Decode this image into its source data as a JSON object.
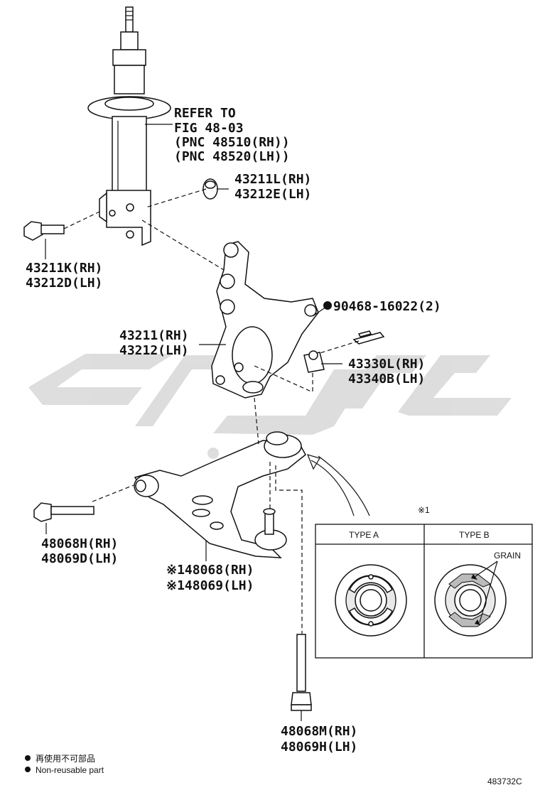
{
  "labels": {
    "refer": [
      "REFER TO",
      "FIG 48-03",
      "(PNC 48510(RH))",
      "(PNC 48520(LH))"
    ],
    "bushing_43211L": [
      "43211L(RH)",
      "43212E(LH)"
    ],
    "bolt_43211K": [
      "43211K(RH)",
      "43212D(LH)"
    ],
    "clip_90468": "90468-16022(2)",
    "knuckle_43211": [
      "43211(RH)",
      "43212(LH)"
    ],
    "nut_43330L": [
      "43330L(RH)",
      "43340B(LH)"
    ],
    "bolt_48068H": [
      "48068H(RH)",
      "48069D(LH)"
    ],
    "arm_48068": [
      "※148068(RH)",
      "※148069(LH)"
    ],
    "bolt_48068M": [
      "48068M(RH)",
      "48069H(LH)"
    ]
  },
  "inset": {
    "ref_mark": "※1",
    "type_a": "TYPE A",
    "type_b": "TYPE B",
    "grain": "GRAIN"
  },
  "legend": [
    "再使用不可部品",
    "Non-reusable part"
  ],
  "diagram_id": "483732C"
}
